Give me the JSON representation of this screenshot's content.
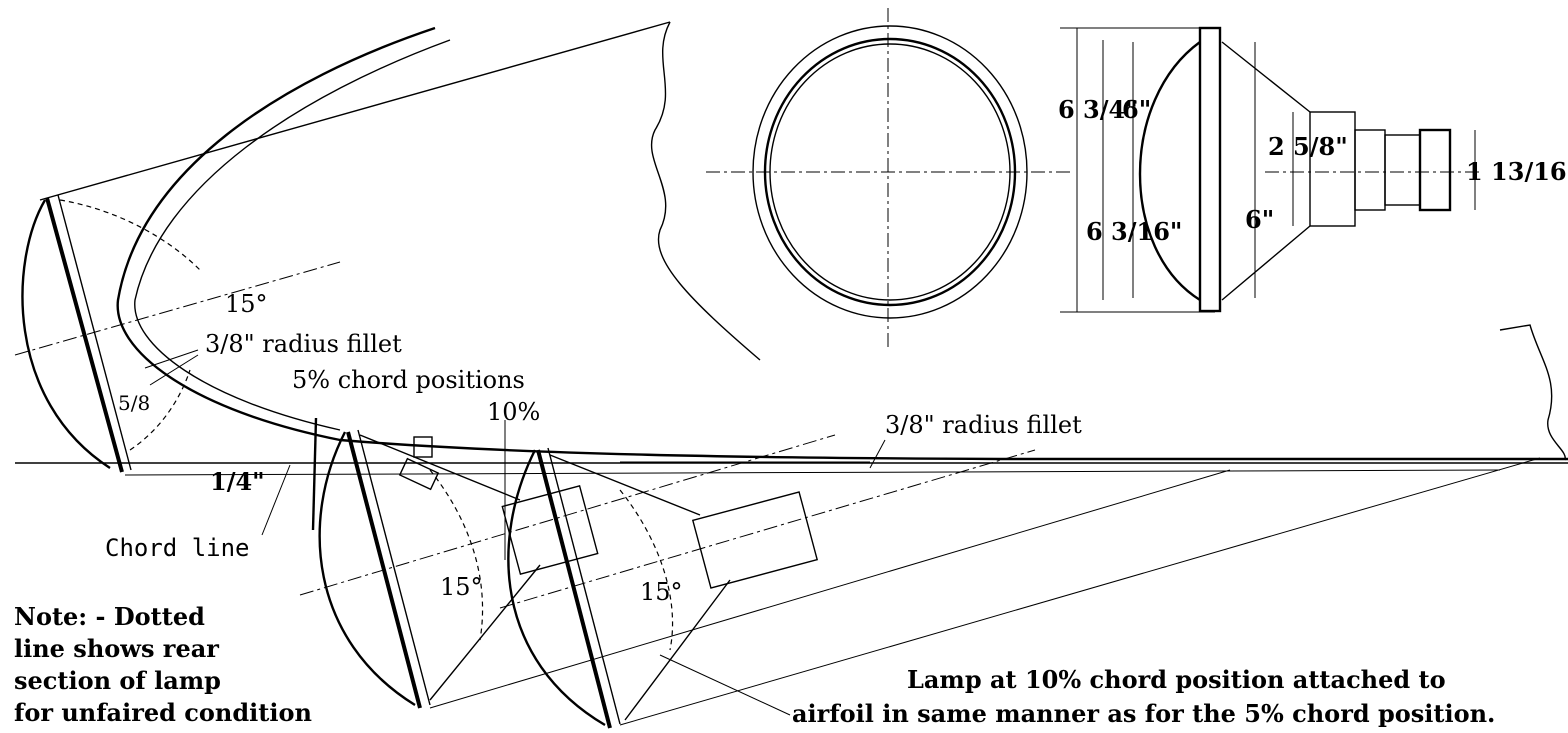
{
  "labels": {
    "angle_top": "15°",
    "fillet_upper": "3/8\" radius fillet",
    "chord_5": "5% chord positions",
    "chord_10": "10%",
    "fillet_lower": "3/8\" radius fillet",
    "dim_5_8": "5/8",
    "dim_1_4": "1/4\"",
    "chord_line": "Chord line",
    "angle_lamp1": "15°",
    "angle_lamp2": "15°"
  },
  "lamp_dims": {
    "d1": "6 3/4\"",
    "d2": "6\"",
    "d3": "6 3/16\"",
    "d4": "2 5/8\"",
    "d5": "6\"",
    "d6": "1 13/16\""
  },
  "note": {
    "line1": "Note: - Dotted",
    "line2": "line shows rear",
    "line3": "section of lamp",
    "line4": "for unfaired condition"
  },
  "caption": {
    "line1": "Lamp at 10% chord position attached to",
    "line2": "airfoil in same manner as for the 5% chord position."
  }
}
